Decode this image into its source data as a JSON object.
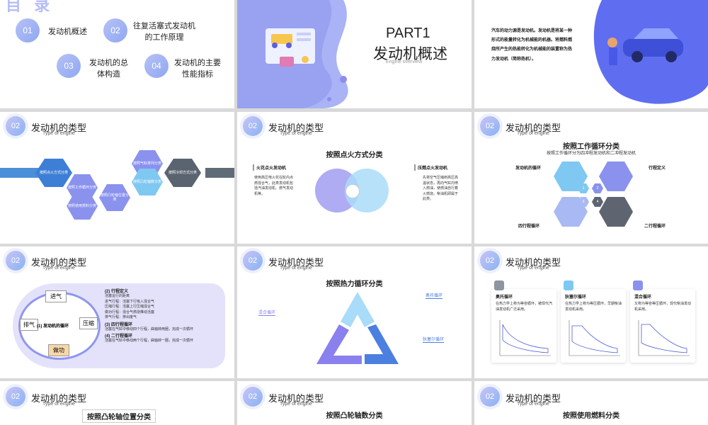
{
  "slide1": {
    "title": "目 录",
    "items": [
      {
        "num": "01",
        "label": "发动机概述"
      },
      {
        "num": "02",
        "label": "往复活塞式发动机\n的工作原理"
      },
      {
        "num": "03",
        "label": "发动机的总\n体构造"
      },
      {
        "num": "04",
        "label": "发动机的主要\n性能指标"
      }
    ]
  },
  "slide2": {
    "part": "PART1",
    "title": "发动机概述",
    "subtitle": "Engine overview"
  },
  "slide3": {
    "text": "汽车的动力源是发动机。发动机是将某一种形式的能量转化为机械能的机器。将燃料燃烧所产生的热能转化为机械能的装置称为热力发动机（简称热机）。"
  },
  "common": {
    "num": "02",
    "title": "发动机的类型",
    "subtitle": "Type of engine"
  },
  "slide4": {
    "hexes": [
      "按照点火方式分类",
      "按照工作循环分类",
      "按照气缸排列分类",
      "按照凸轮轴位置分类",
      "按照冷却方式分类",
      "按照使用燃料分类",
      "按照凸轮轴数分类",
      "按照进气系统分类"
    ]
  },
  "slide5": {
    "heading": "按照点火方式分类",
    "left_title": "火花点火发动机",
    "left_text": "使用高压电火花在缸内点燃混合气，此类发动机包括汽油发动机、燃气发动机等。",
    "right_title": "压燃点火发动机",
    "right_text": "先将空气压缩到高压高温状态，再向气缸内喷入燃油，使燃油自行着火燃烧。柴油机即属于此类。"
  },
  "slide6": {
    "heading": "按照工作循环分类",
    "subheading": "按照工作循环分为四冲程发动机和二冲程发动机",
    "labels": [
      "发动机的循环",
      "行程定义",
      "四行程循环",
      "二行程循环"
    ],
    "nums": [
      "1",
      "2",
      "3",
      "4"
    ]
  },
  "slide7": {
    "cycle": [
      "进气",
      "压缩",
      "做功",
      "排气"
    ],
    "center": "(1) 发动机的循环",
    "sections": [
      {
        "title": "(2) 行程定义",
        "lines": [
          "活塞运行的距离",
          "进气行程：活塞下行吸入混合气",
          "压缩行程：活塞上行压缩混合气",
          "做功行程：混合气燃烧推动活塞",
          "排气行程：排出废气"
        ]
      },
      {
        "title": "(3) 四行程循环",
        "lines": [
          "活塞在气缸中移动四个行程，曲轴转两圈，完成一次循环"
        ]
      },
      {
        "title": "(4) 二行程循环",
        "lines": [
          "活塞在气缸中移动两个行程，曲轴转一圈，完成一次循环"
        ]
      }
    ]
  },
  "slide8": {
    "heading": "按照热力循环分类",
    "labels": [
      "奥托循环",
      "混合循环",
      "狄塞尔循环"
    ]
  },
  "slide9": {
    "cards": [
      {
        "title": "奥托循环",
        "text": "在热力学上称为等容循环，被现代汽油发动机广泛采用。"
      },
      {
        "title": "狄塞尔循环",
        "text": "在热力学上称为等压循环，早期柴油发动机采用。"
      },
      {
        "title": "混合循环",
        "text": "又称为等容等压循环，现代柴油发动机采用。"
      }
    ]
  },
  "slide10": {
    "heading": "按照凸轮轴位置分类"
  },
  "slide11": {
    "heading": "按照凸轮轴数分类"
  },
  "slide12": {
    "heading": "按照使用燃料分类"
  }
}
